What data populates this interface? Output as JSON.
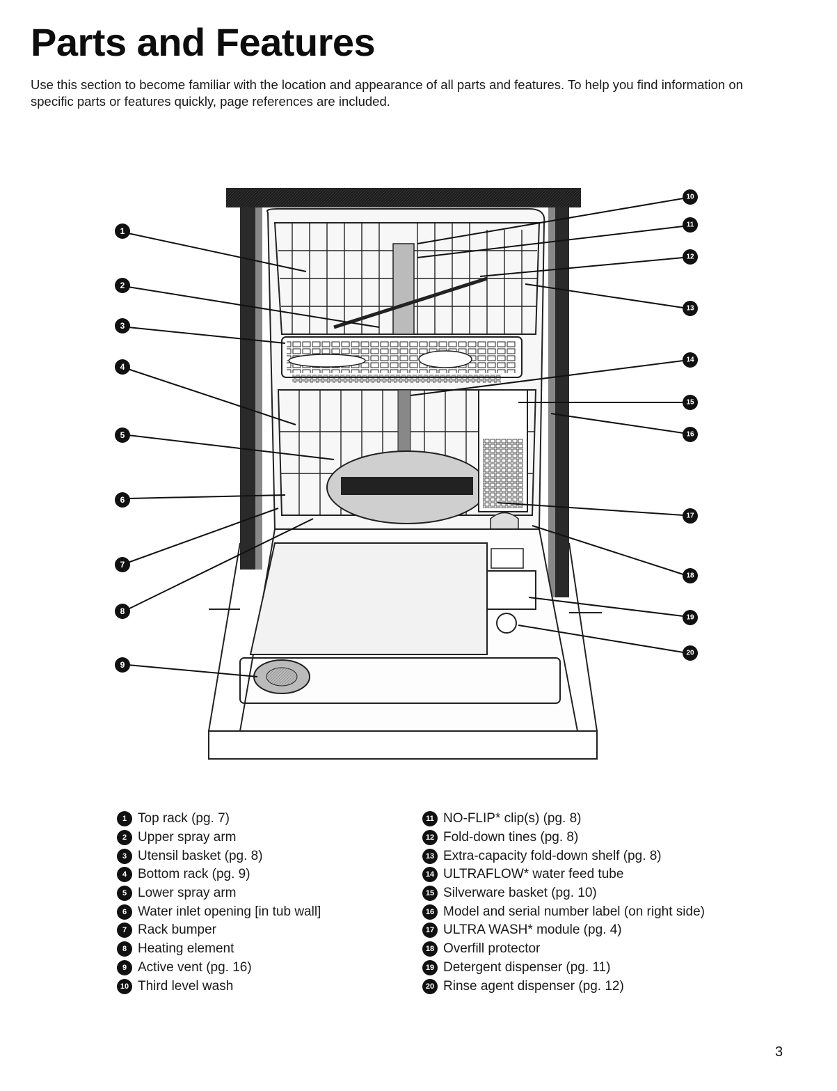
{
  "page": {
    "title": "Parts and Features",
    "intro": "Use this section to become familiar with the location and appearance of all parts and features. To help you find information on specific parts or features quickly, page references are included.",
    "page_number": "3"
  },
  "diagram": {
    "callouts": [
      {
        "number": "1"
      },
      {
        "number": "2"
      },
      {
        "number": "3"
      },
      {
        "number": "4"
      },
      {
        "number": "5"
      },
      {
        "number": "6"
      },
      {
        "number": "7"
      },
      {
        "number": "8"
      },
      {
        "number": "9"
      },
      {
        "number": "10"
      },
      {
        "number": "11"
      },
      {
        "number": "12"
      },
      {
        "number": "13"
      },
      {
        "number": "14"
      },
      {
        "number": "15"
      },
      {
        "number": "16"
      },
      {
        "number": "17"
      },
      {
        "number": "18"
      },
      {
        "number": "19"
      },
      {
        "number": "20"
      }
    ]
  },
  "legend": {
    "left": [
      {
        "number": "1",
        "label": "Top rack (pg. 7)"
      },
      {
        "number": "2",
        "label": "Upper spray arm"
      },
      {
        "number": "3",
        "label": "Utensil basket (pg. 8)"
      },
      {
        "number": "4",
        "label": "Bottom rack (pg. 9)"
      },
      {
        "number": "5",
        "label": "Lower spray arm"
      },
      {
        "number": "6",
        "label": "Water inlet opening [in tub wall]"
      },
      {
        "number": "7",
        "label": "Rack bumper"
      },
      {
        "number": "8",
        "label": "Heating element"
      },
      {
        "number": "9",
        "label": "Active vent (pg. 16)"
      },
      {
        "number": "10",
        "label": "Third level wash"
      }
    ],
    "right": [
      {
        "number": "11",
        "label": "NO-FLIP* clip(s) (pg. 8)"
      },
      {
        "number": "12",
        "label": "Fold-down tines (pg. 8)"
      },
      {
        "number": "13",
        "label": "Extra-capacity fold-down shelf (pg. 8)"
      },
      {
        "number": "14",
        "label": "ULTRAFLOW* water feed tube"
      },
      {
        "number": "15",
        "label": "Silverware basket (pg. 10)"
      },
      {
        "number": "16",
        "label": "Model and serial number label (on right side)"
      },
      {
        "number": "17",
        "label": "ULTRA WASH* module (pg. 4)"
      },
      {
        "number": "18",
        "label": "Overfill protector"
      },
      {
        "number": "19",
        "label": "Detergent dispenser (pg. 11)"
      },
      {
        "number": "20",
        "label": "Rinse agent dispenser (pg. 12)"
      }
    ]
  }
}
